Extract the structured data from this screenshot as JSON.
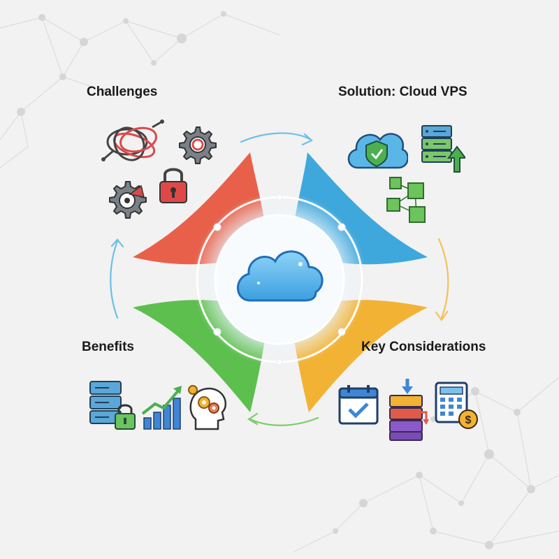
{
  "quadrants": {
    "challenges": {
      "label": "Challenges",
      "color": "#e8604a",
      "icons": [
        "tangled-wires-icon",
        "gear-target-icon",
        "gear-warning-icon",
        "padlock-icon"
      ]
    },
    "solution": {
      "label": "Solution: Cloud VPS",
      "color": "#3ea8dc",
      "icons": [
        "cloud-shield-icon",
        "server-stack-icon",
        "upgrade-arrow-icon",
        "cubes-network-icon"
      ]
    },
    "key_considerations": {
      "label": "Key Considerations",
      "color": "#f2b233",
      "icons": [
        "calendar-check-icon",
        "layer-migration-icon",
        "calculator-icon",
        "dollar-coin-icon"
      ]
    },
    "benefits": {
      "label": "Benefits",
      "color": "#5cbf4e",
      "icons": [
        "secure-server-icon",
        "growth-chart-icon",
        "head-gears-icon"
      ]
    }
  },
  "center": {
    "icon": "cloud-icon"
  },
  "flow_direction": "clockwise"
}
